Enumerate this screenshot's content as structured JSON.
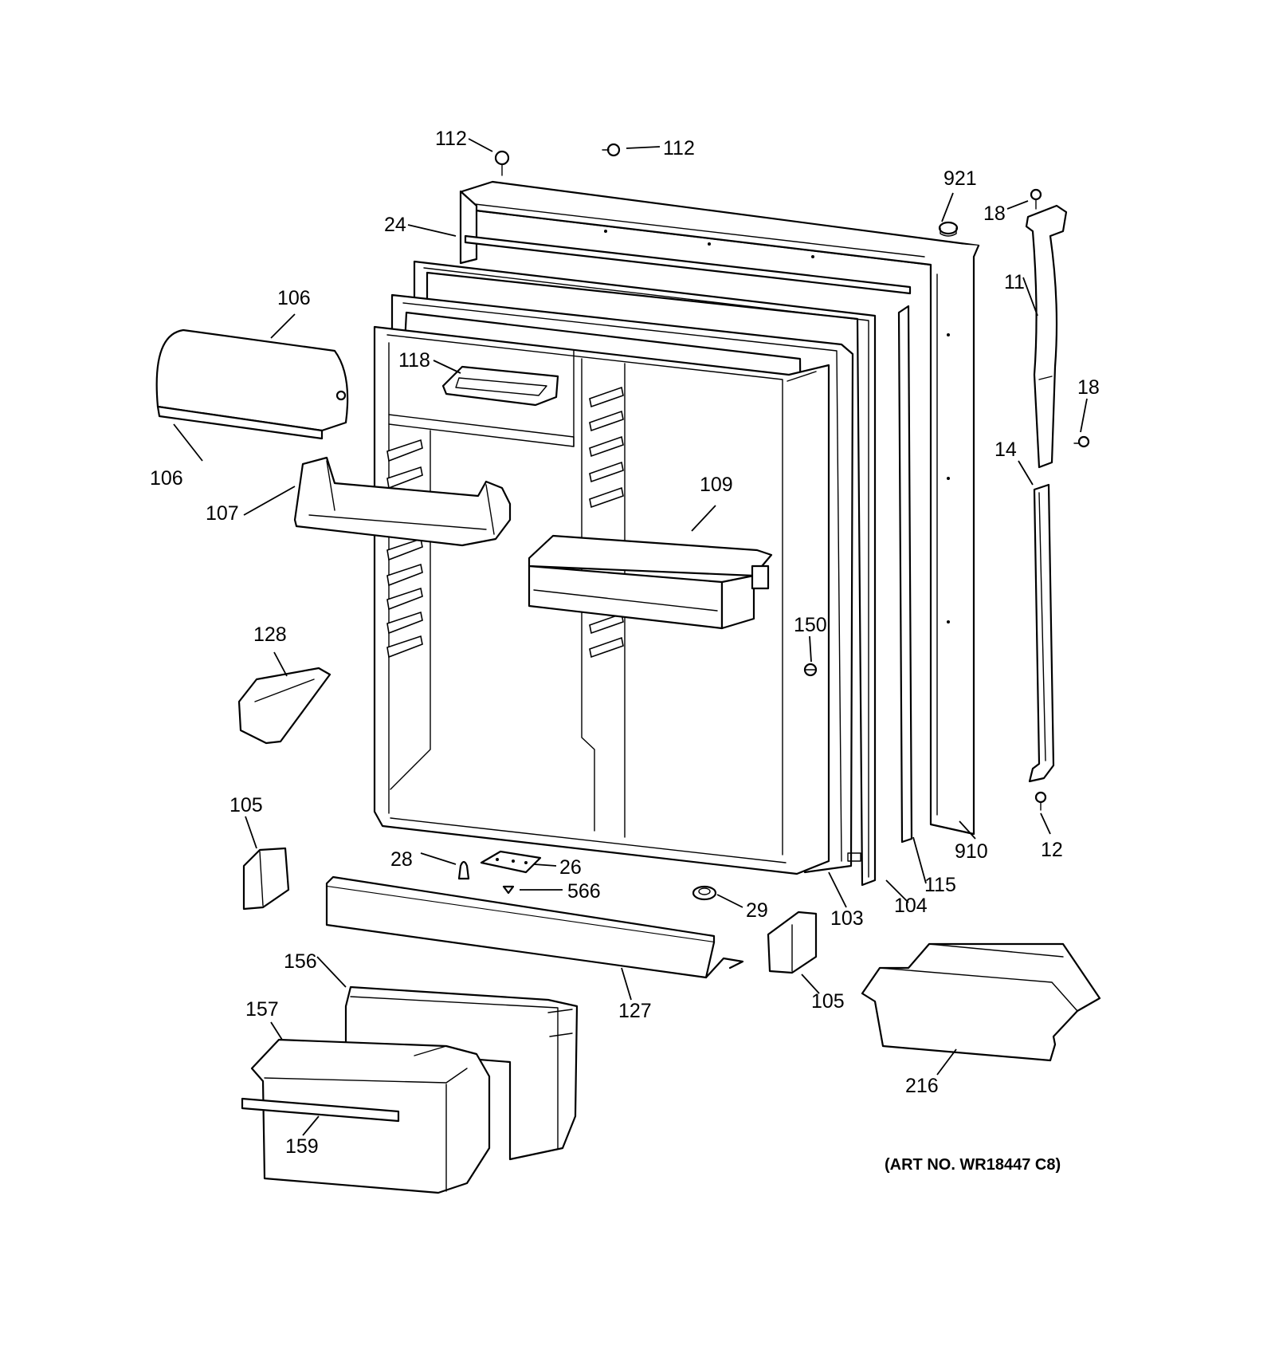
{
  "callouts": [
    {
      "id": "c112a",
      "text": "112"
    },
    {
      "id": "c112b",
      "text": "112"
    },
    {
      "id": "c921",
      "text": "921"
    },
    {
      "id": "c18a",
      "text": "18"
    },
    {
      "id": "c24",
      "text": "24"
    },
    {
      "id": "c11",
      "text": "11"
    },
    {
      "id": "c106a",
      "text": "106"
    },
    {
      "id": "c118",
      "text": "118"
    },
    {
      "id": "c18b",
      "text": "18"
    },
    {
      "id": "c106b",
      "text": "106"
    },
    {
      "id": "c14",
      "text": "14"
    },
    {
      "id": "c109",
      "text": "109"
    },
    {
      "id": "c107",
      "text": "107"
    },
    {
      "id": "c128",
      "text": "128"
    },
    {
      "id": "c150",
      "text": "150"
    },
    {
      "id": "c105a",
      "text": "105"
    },
    {
      "id": "c910",
      "text": "910"
    },
    {
      "id": "c12",
      "text": "12"
    },
    {
      "id": "c28",
      "text": "28"
    },
    {
      "id": "c26",
      "text": "26"
    },
    {
      "id": "c566",
      "text": "566"
    },
    {
      "id": "c115",
      "text": "115"
    },
    {
      "id": "c29",
      "text": "29"
    },
    {
      "id": "c103",
      "text": "103"
    },
    {
      "id": "c104",
      "text": "104"
    },
    {
      "id": "c156",
      "text": "156"
    },
    {
      "id": "c105b",
      "text": "105"
    },
    {
      "id": "c127",
      "text": "127"
    },
    {
      "id": "c157",
      "text": "157"
    },
    {
      "id": "c216",
      "text": "216"
    },
    {
      "id": "c159",
      "text": "159"
    }
  ],
  "art_number": "(ART NO. WR18447 C8)"
}
